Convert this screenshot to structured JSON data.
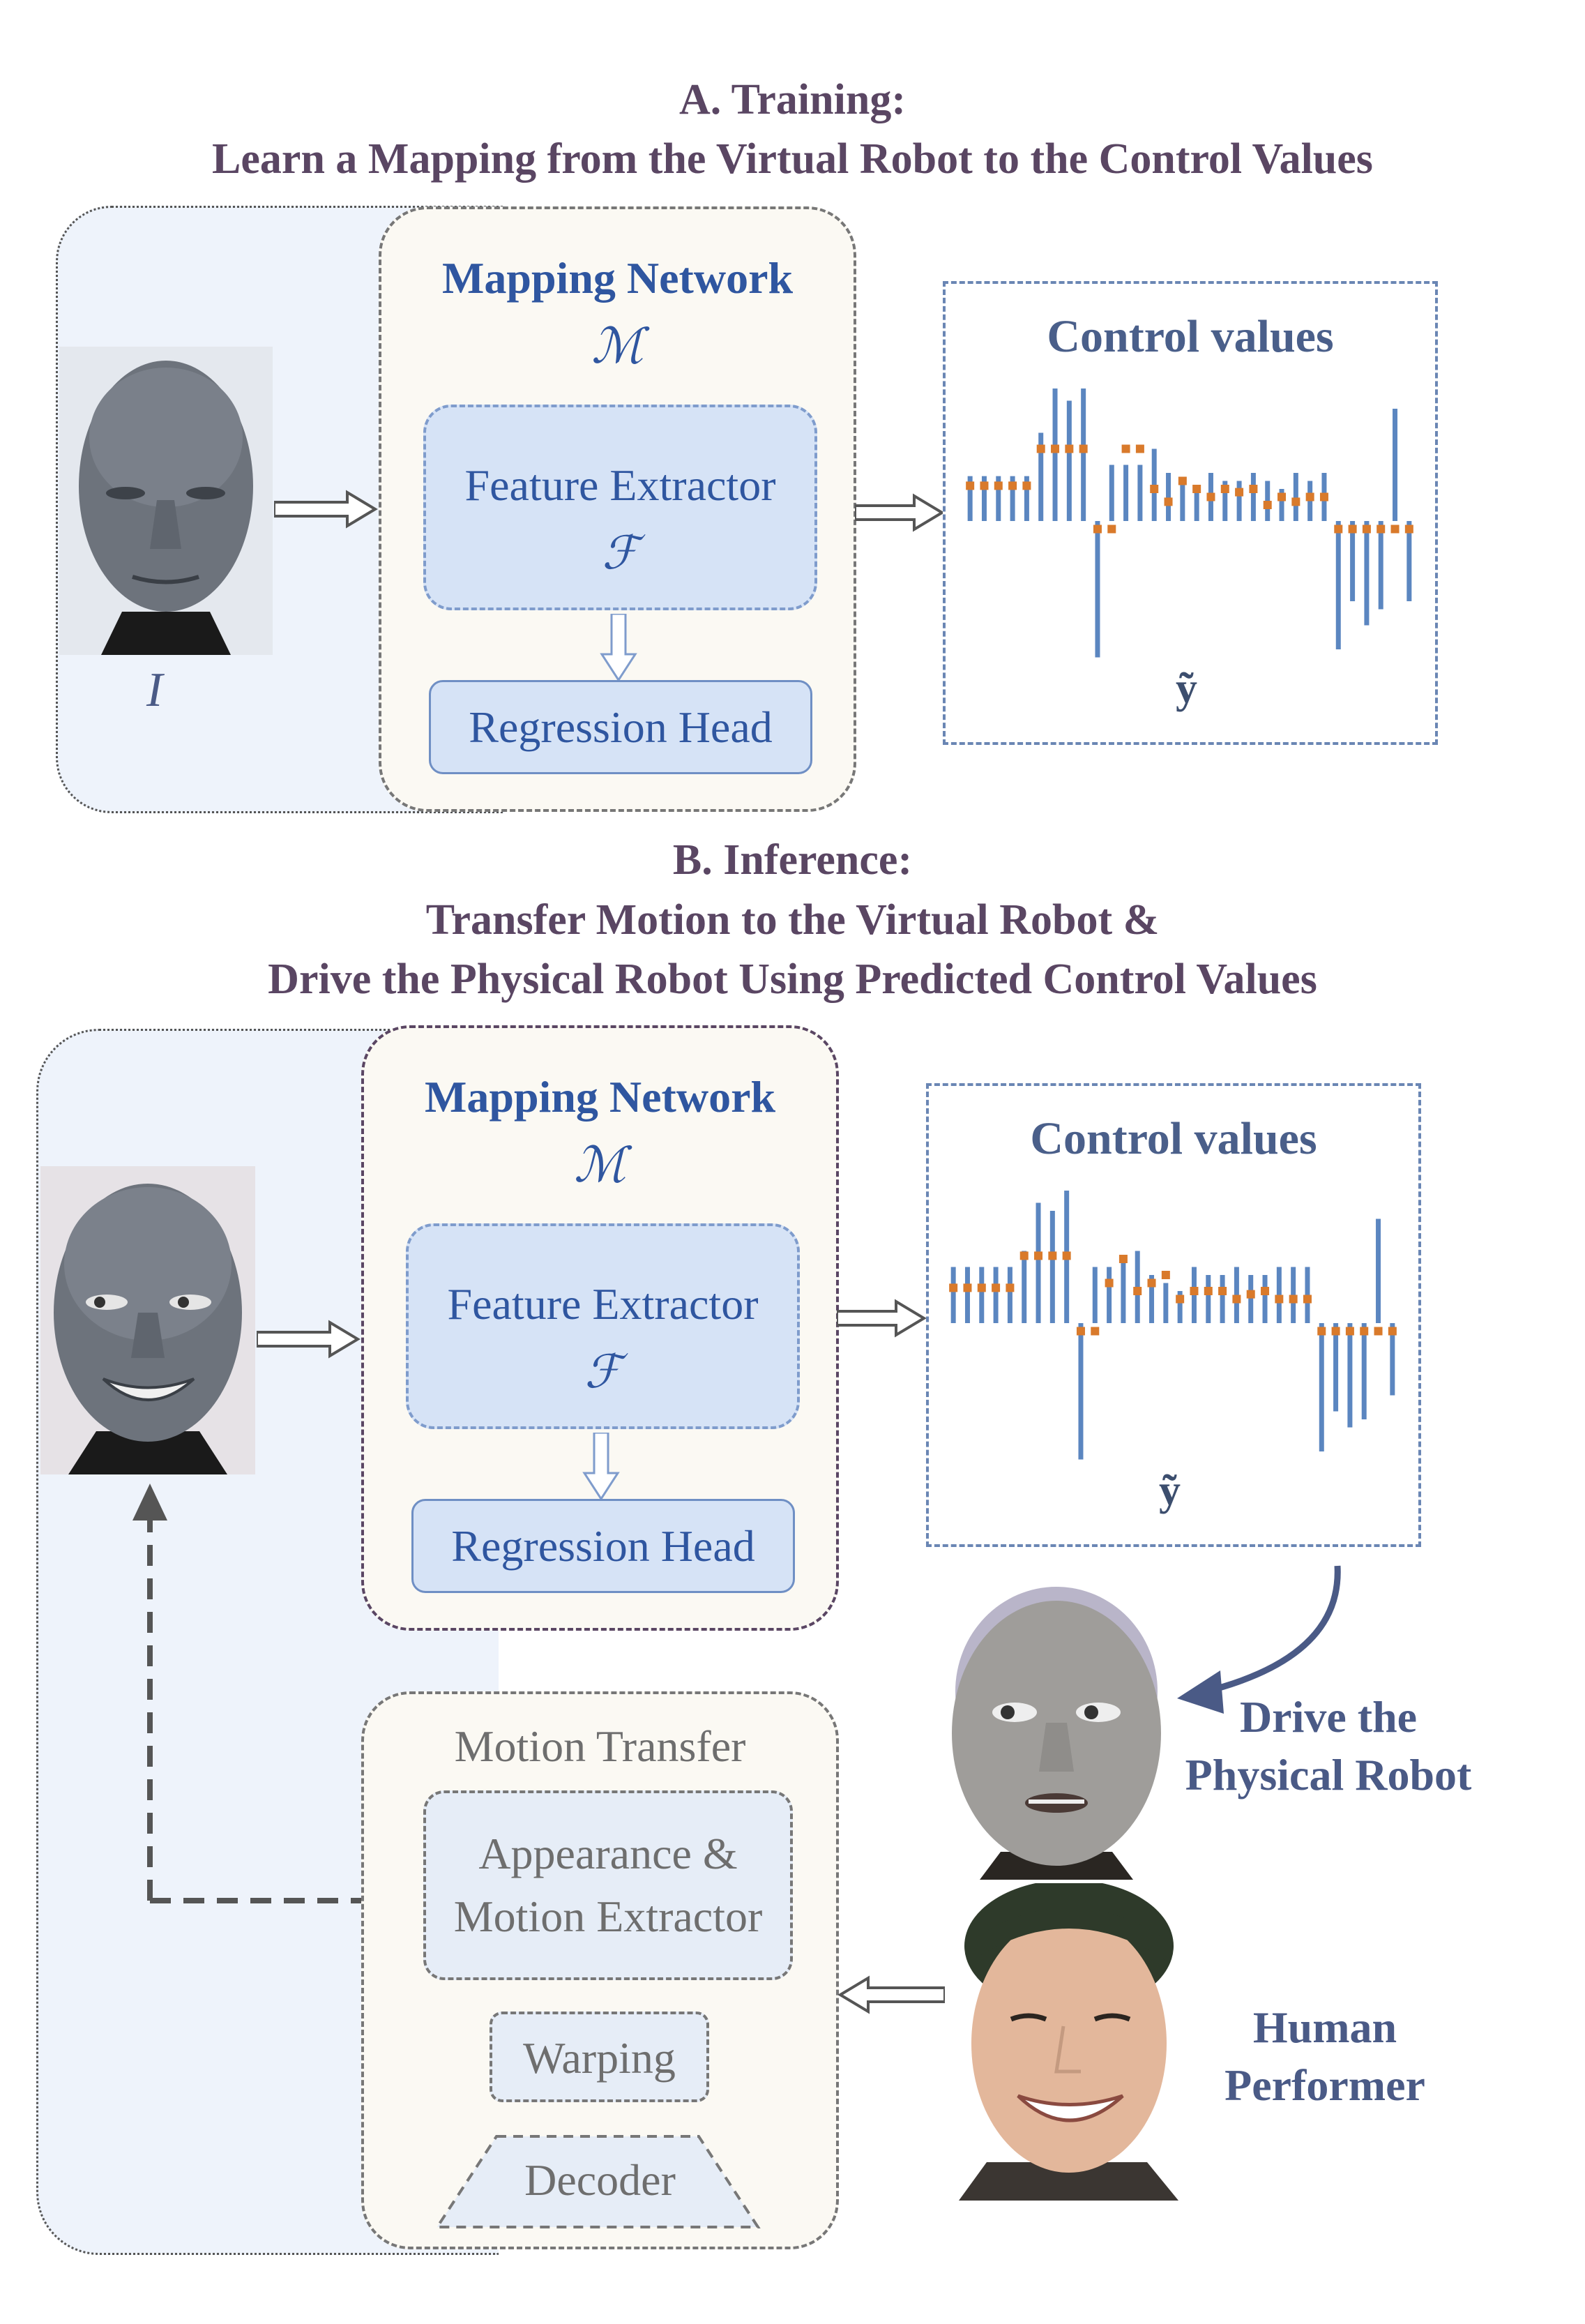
{
  "section_a": {
    "title_line1": "A. Training:",
    "title_line2": "Learn a Mapping from the Virtual Robot to the Control Values",
    "image_symbol": "I",
    "mapping_network": {
      "title": "Mapping Network",
      "symbol": "ℳ"
    },
    "feature_extractor": {
      "label": "Feature Extractor",
      "symbol": "ℱ"
    },
    "regression_head": "Regression Head",
    "control_values": {
      "title": "Control values",
      "output_symbol": "ỹ"
    }
  },
  "section_b": {
    "title_line1": "B. Inference:",
    "title_line2": "Transfer Motion to the Virtual Robot  &",
    "title_line3": "Drive the Physical Robot Using Predicted Control Values",
    "mapping_network": {
      "title": "Mapping Network",
      "symbol": "ℳ"
    },
    "feature_extractor": {
      "label": "Feature Extractor",
      "symbol": "ℱ"
    },
    "regression_head": "Regression Head",
    "control_values": {
      "title": "Control values",
      "output_symbol": "ỹ"
    },
    "motion_transfer": {
      "title": "Motion Transfer",
      "appearance_line1": "Appearance &",
      "appearance_line2": "Motion Extractor",
      "warping": "Warping",
      "decoder": "Decoder"
    },
    "drive_label_line1": "Drive the",
    "drive_label_line2": "Physical Robot",
    "human_label_line1": "Human",
    "human_label_line2": "Performer"
  },
  "chart_data": [
    {
      "type": "bar",
      "title": "Control values",
      "series": [
        {
          "values": [
            0.28,
            0.28,
            0.28,
            0.28,
            0.28,
            0.55,
            0.85,
            0.75,
            0.88,
            -0.85,
            0.35,
            0.35,
            0.35,
            0.45,
            0.3,
            0.25,
            0.2,
            0.3,
            0.25,
            0.25,
            0.3,
            0.25,
            0.2,
            0.3,
            0.25,
            0.3,
            -0.8,
            -0.5,
            -0.65,
            -0.55,
            0.7,
            -0.5
          ]
        },
        {
          "values": [
            0.22,
            0.22,
            0.22,
            0.22,
            0.22,
            0.45,
            0.45,
            0.45,
            0.45,
            -0.05,
            -0.05,
            0.45,
            0.45,
            0.2,
            0.12,
            0.25,
            0.2,
            0.15,
            0.2,
            0.18,
            0.2,
            0.1,
            0.15,
            0.12,
            0.15,
            0.15,
            -0.05,
            -0.05,
            -0.05,
            -0.05,
            -0.05,
            -0.05
          ]
        }
      ]
    },
    {
      "type": "bar",
      "title": "Control values",
      "series": [
        {
          "values": [
            0.35,
            0.35,
            0.35,
            0.35,
            0.35,
            0.45,
            0.75,
            0.7,
            0.85,
            -0.85,
            0.35,
            0.35,
            0.4,
            0.45,
            0.3,
            0.25,
            0.2,
            0.35,
            0.3,
            0.3,
            0.35,
            0.3,
            0.3,
            0.35,
            0.35,
            0.35,
            -0.8,
            -0.55,
            -0.65,
            -0.6,
            0.65,
            -0.45
          ]
        },
        {
          "values": [
            0.22,
            0.22,
            0.22,
            0.22,
            0.22,
            0.42,
            0.42,
            0.42,
            0.42,
            -0.05,
            -0.05,
            0.25,
            0.4,
            0.2,
            0.25,
            0.3,
            0.15,
            0.2,
            0.2,
            0.2,
            0.15,
            0.18,
            0.2,
            0.15,
            0.15,
            0.15,
            -0.05,
            -0.05,
            -0.05,
            -0.05,
            -0.05,
            -0.05
          ]
        }
      ]
    }
  ]
}
